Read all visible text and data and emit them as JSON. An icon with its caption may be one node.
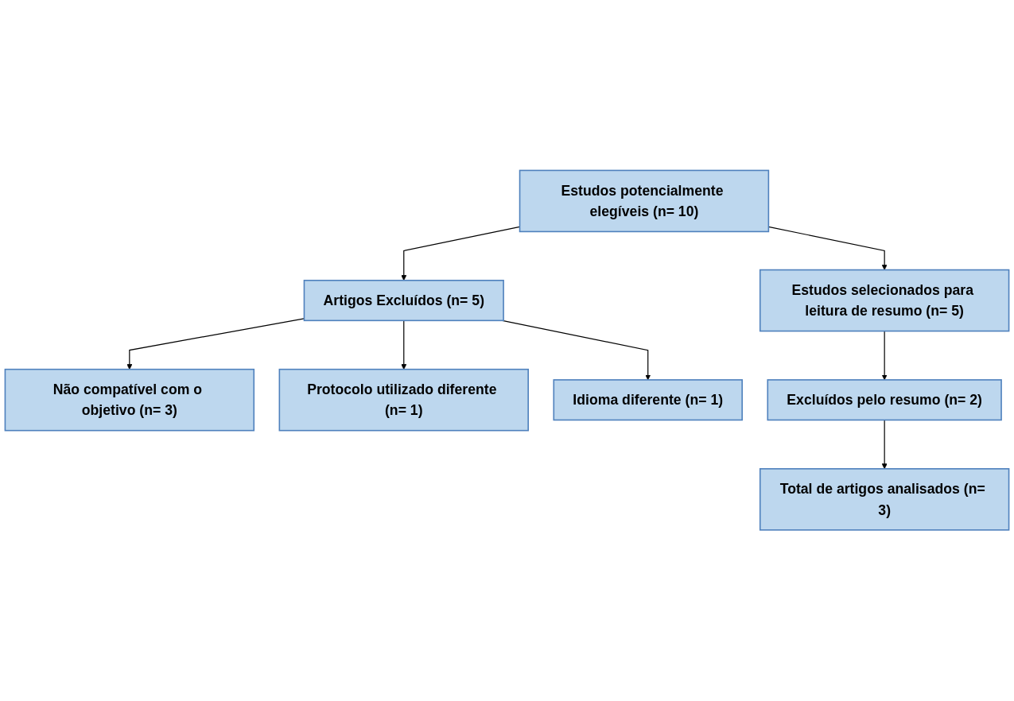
{
  "diagram": {
    "nodes": [
      {
        "text": [
          "Estudos potencialmente elegíveis (n= 10)"
        ]
      },
      {
        "text": [
          "Artigos Excluídos (n= 5)"
        ]
      },
      {
        "text": [
          "Estudos selecionados para leitura de resumo (n= 5)"
        ]
      },
      {
        "text": [
          "Não compatível com o objetivo (n= 3)"
        ]
      },
      {
        "text": [
          "Excluídos pelo resumo (n= 2)"
        ]
      },
      {
        "text": [
          "Protocolo utilizado diferente (n= 1)"
        ]
      },
      {
        "text": [
          "Idioma diferente (n= 1)"
        ]
      },
      {
        "text": [
          "Total de artigos analisados (n= 3)"
        ]
      }
    ],
    "edges": [
      {
        "from": 0,
        "to": 1,
        "arrow": "to"
      },
      {
        "from": 0,
        "to": 2,
        "arrow": "to"
      },
      {
        "from": 2,
        "to": 4,
        "arrow": "to"
      },
      {
        "from": 4,
        "to": 7,
        "arrow": "to"
      },
      {
        "from": 1,
        "to": 3,
        "arrow": "to"
      },
      {
        "from": 1,
        "to": 5,
        "arrow": "to"
      },
      {
        "from": 1,
        "to": 6,
        "arrow": "to"
      }
    ]
  }
}
